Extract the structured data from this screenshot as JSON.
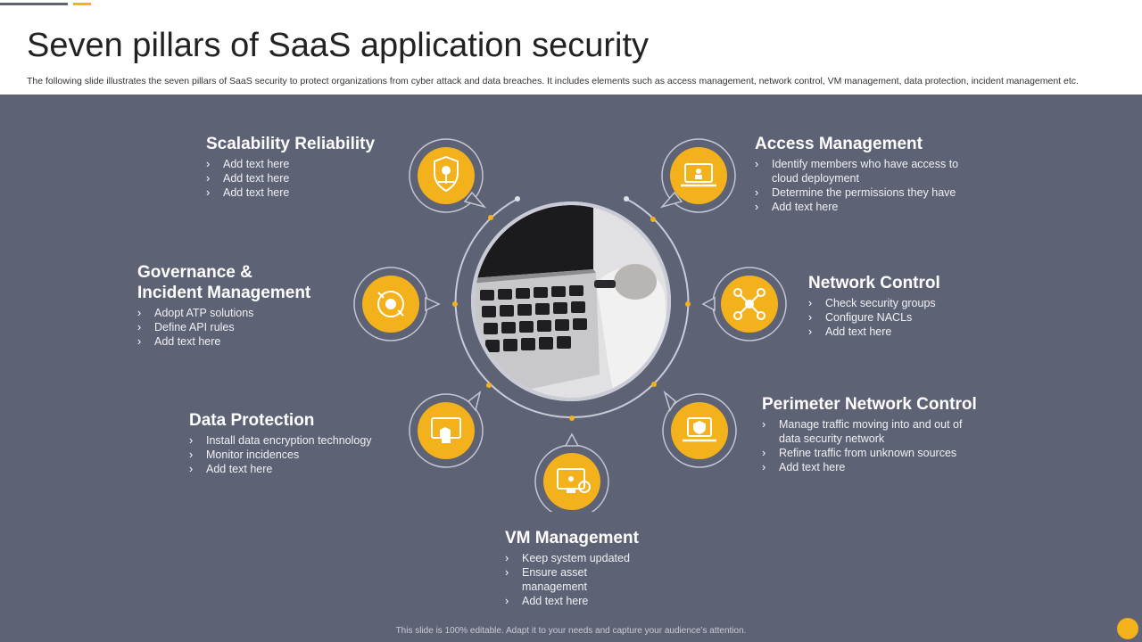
{
  "title": "Seven pillars of SaaS application security",
  "subtitle": "The following slide illustrates the seven pillars of SaaS security to protect organizations from cyber attack and data breaches. It includes elements such as access management, network control, VM management, data protection, incident management etc.",
  "footer": "This slide is 100% editable. Adapt it to your needs and capture your audience’s attention.",
  "colors": {
    "panel": "#5e6275",
    "accent": "#f3b11b",
    "text": "#ffffff"
  },
  "pillars": {
    "scalability": {
      "heading": "Scalability Reliability",
      "icon": "shield-scale-icon",
      "bullets": [
        "Add text here",
        "Add text here",
        "Add text here"
      ]
    },
    "access": {
      "heading": "Access Management",
      "icon": "laptop-access-icon",
      "bullets": [
        "Identify members who have  access to cloud deployment",
        "Determine the permissions they have",
        "Add text here"
      ]
    },
    "governance": {
      "heading_line1": "Governance &",
      "heading_line2": "Incident Management",
      "icon": "governance-badge-icon",
      "bullets": [
        "Adopt ATP solutions",
        "Define API rules",
        "Add text here"
      ]
    },
    "network": {
      "heading": "Network Control",
      "icon": "network-nodes-icon",
      "bullets": [
        "Check security groups",
        "Configure  NACLs",
        "Add text here"
      ]
    },
    "data": {
      "heading": "Data Protection",
      "icon": "monitor-shield-icon",
      "bullets": [
        "Install data encryption technology",
        "Monitor incidences",
        "Add text here"
      ]
    },
    "perimeter": {
      "heading": "Perimeter Network Control",
      "icon": "laptop-shield-icon",
      "bullets": [
        "Manage traffic moving into and out of data security network",
        "Refine traffic from unknown sources",
        "Add text here"
      ]
    },
    "vm": {
      "heading": "VM Management",
      "icon": "monitor-gear-icon",
      "bullets": [
        "Keep system updated",
        "Ensure asset management",
        "Add text here"
      ]
    }
  }
}
